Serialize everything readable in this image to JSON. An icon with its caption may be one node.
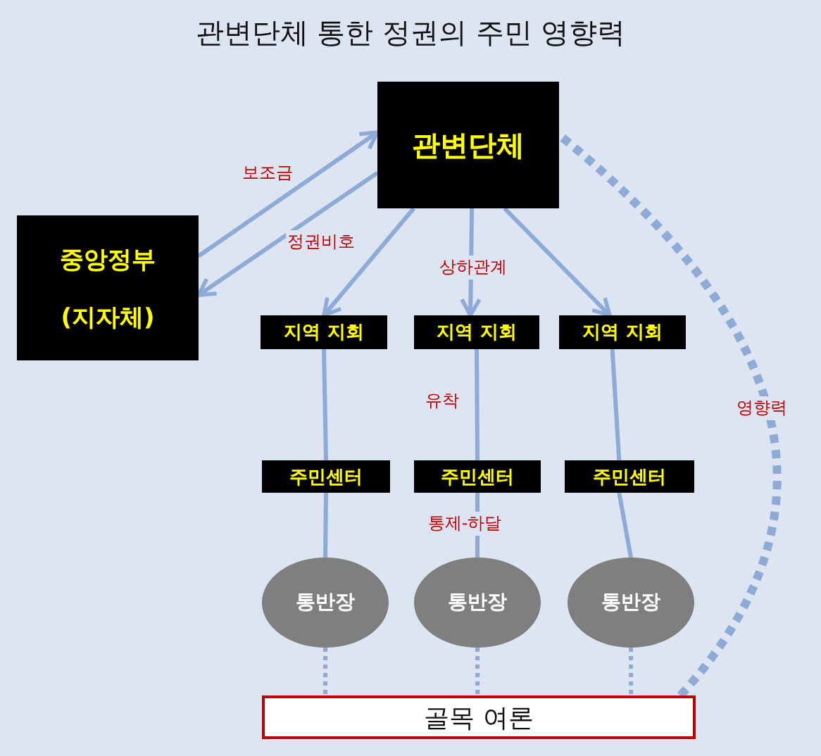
{
  "diagram": {
    "title": "관변단체 통한 정권의 주민 영향력",
    "nodes": [
      {
        "text": [
          "관변단체"
        ]
      },
      {
        "text": [
          "중앙정부",
          "(지자체)"
        ]
      },
      {
        "text": [
          "지역 지회"
        ]
      },
      {
        "text": [
          "지역 지회"
        ]
      },
      {
        "text": [
          "지역 지회"
        ]
      },
      {
        "text": [
          "주민센터"
        ]
      },
      {
        "text": [
          "주민센터"
        ]
      },
      {
        "text": [
          "주민센터"
        ]
      },
      {
        "text": [
          "통반장"
        ]
      },
      {
        "text": [
          "통반장"
        ]
      },
      {
        "text": [
          "통반장"
        ]
      },
      {
        "text": [
          "골목 여론"
        ]
      }
    ],
    "edges": [
      {
        "from": 1,
        "to": 0,
        "arrow": "to",
        "label": "보조금"
      },
      {
        "from": 0,
        "to": 1,
        "arrow": "to",
        "label": "정권비호"
      },
      {
        "from": 0,
        "to": 2,
        "arrow": "to"
      },
      {
        "from": 0,
        "to": 3,
        "arrow": "to",
        "label": "상하관계"
      },
      {
        "from": 0,
        "to": 4,
        "arrow": "to"
      },
      {
        "from": 2,
        "to": 5,
        "arrow": "none"
      },
      {
        "from": 3,
        "to": 6,
        "arrow": "none",
        "label": "유착"
      },
      {
        "from": 4,
        "to": 7,
        "arrow": "none"
      },
      {
        "from": 5,
        "to": 8,
        "arrow": "none"
      },
      {
        "from": 6,
        "to": 9,
        "arrow": "none",
        "label": "통제-하달"
      },
      {
        "from": 7,
        "to": 10,
        "arrow": "none"
      },
      {
        "from": 8,
        "to": 11,
        "arrow": "none",
        "style": "dashed"
      },
      {
        "from": 9,
        "to": 11,
        "arrow": "none",
        "style": "dashed"
      },
      {
        "from": 10,
        "to": 11,
        "arrow": "none",
        "style": "dashed"
      },
      {
        "from": 11,
        "to": 0,
        "arrow": "none",
        "style": "dashed",
        "label": "영향력"
      }
    ]
  }
}
